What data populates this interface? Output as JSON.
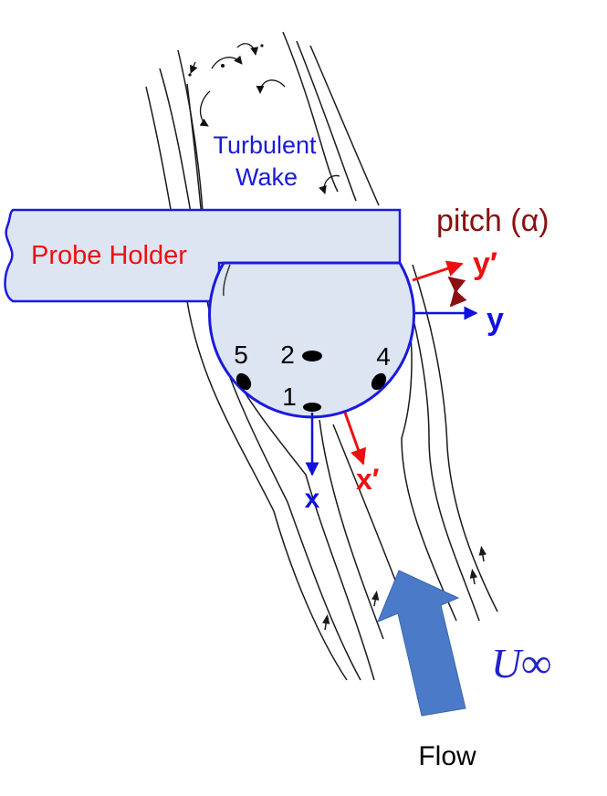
{
  "labels": {
    "wake_line1": "Turbulent",
    "wake_line2": "Wake",
    "holder": "Probe Holder",
    "pitch": "pitch (α)",
    "y_prime": "y′",
    "y": "y",
    "x": "x",
    "x_prime": "x′",
    "u_inf": "U∞",
    "flow": "Flow"
  },
  "ports": [
    "1",
    "2",
    "4",
    "5"
  ],
  "colors": {
    "blue_axis": "#1010e0",
    "red_axis": "#ee1010",
    "pitch": "#8b1010",
    "body_fill": "#dde5f2",
    "body_stroke": "#1a1ae0",
    "flow_arrow": "#4a7ac8",
    "streamline": "#1a1a1a"
  }
}
